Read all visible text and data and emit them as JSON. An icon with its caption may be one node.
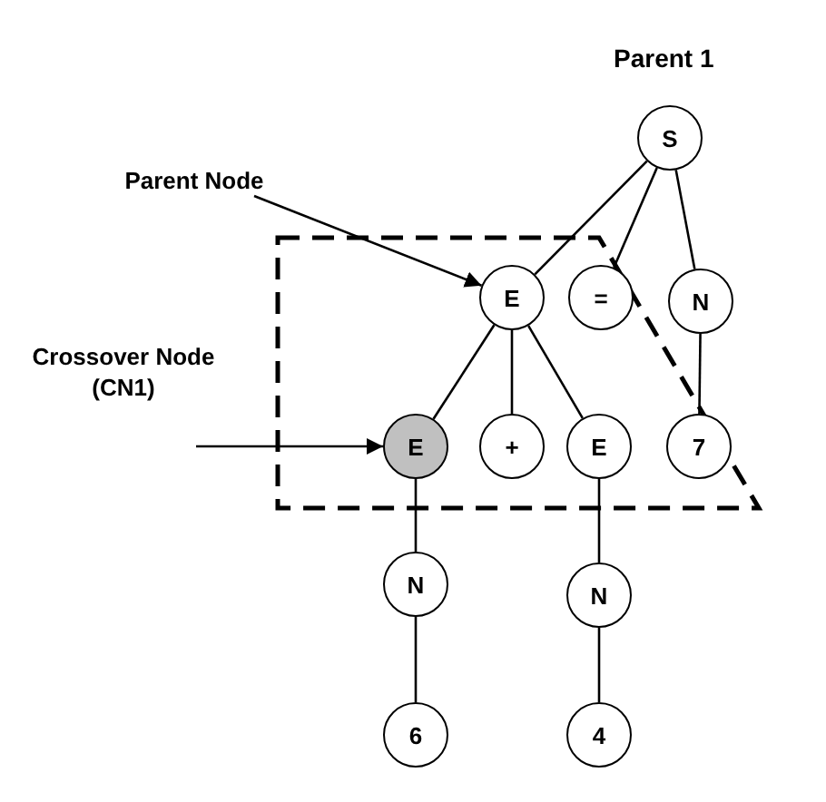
{
  "diagram": {
    "title": "Parent 1",
    "nodes": [
      {
        "text": [
          "S"
        ]
      },
      {
        "text": [
          "Parent Node"
        ]
      },
      {
        "text": [
          "E"
        ]
      },
      {
        "text": [
          "="
        ]
      },
      {
        "text": [
          "N"
        ]
      },
      {
        "text": [
          "Crossover Node (CN1)"
        ]
      },
      {
        "text": [
          "E"
        ]
      },
      {
        "text": [
          "+"
        ]
      },
      {
        "text": [
          "E"
        ]
      },
      {
        "text": [
          "7"
        ]
      },
      {
        "text": [
          "N"
        ]
      },
      {
        "text": [
          "N"
        ]
      },
      {
        "text": [
          "6"
        ]
      },
      {
        "text": [
          "4"
        ]
      }
    ],
    "edges": [
      {
        "from": 0,
        "to": 2,
        "arrow": "none"
      },
      {
        "from": 0,
        "to": 3,
        "arrow": "none"
      },
      {
        "from": 0,
        "to": 4,
        "arrow": "none"
      },
      {
        "from": 1,
        "to": 2,
        "arrow": "to"
      },
      {
        "from": 2,
        "to": 6,
        "arrow": "none"
      },
      {
        "from": 2,
        "to": 7,
        "arrow": "none"
      },
      {
        "from": 2,
        "to": 8,
        "arrow": "none"
      },
      {
        "from": 4,
        "to": 9,
        "arrow": "none"
      },
      {
        "from": 5,
        "to": 6,
        "arrow": "to"
      },
      {
        "from": 6,
        "to": 10,
        "arrow": "none"
      },
      {
        "from": 8,
        "to": 11,
        "arrow": "none"
      },
      {
        "from": 10,
        "to": 12,
        "arrow": "none"
      },
      {
        "from": 11,
        "to": 13,
        "arrow": "none"
      }
    ]
  }
}
